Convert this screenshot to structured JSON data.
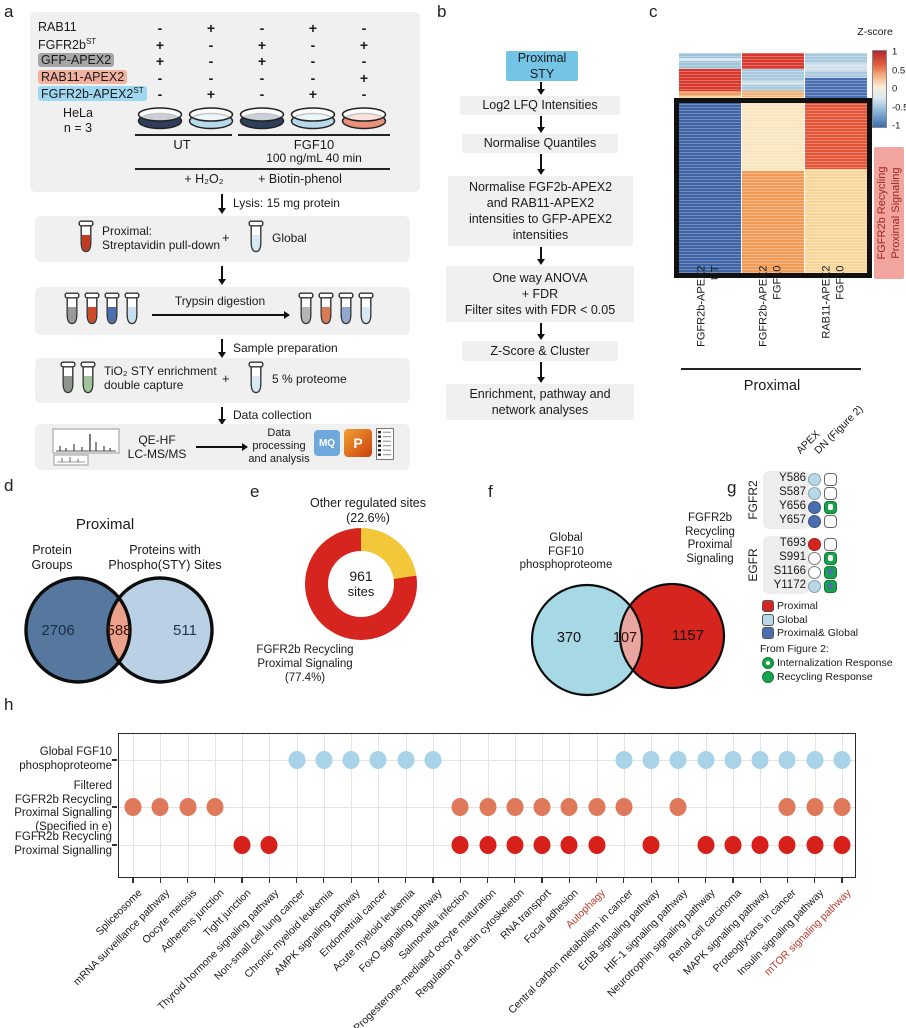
{
  "colors": {
    "red": "#d6251f",
    "green": "#18a24b",
    "dark_blue": "#4a6fb0",
    "light_blue": "#b8d8ea",
    "salmon": "#e0795a",
    "sky": "#a8d3e8"
  },
  "panels": {
    "a": {
      "letter": "a",
      "table": {
        "rows": [
          {
            "label": "RAB11",
            "sup": "",
            "highlight": "none",
            "values": [
              "-",
              "+",
              "-",
              "+",
              "-"
            ]
          },
          {
            "label": "FGFR2b",
            "sup": "ST",
            "highlight": "none",
            "values": [
              "+",
              "-",
              "+",
              "-",
              "+"
            ]
          },
          {
            "label": "GFP-APEX2",
            "sup": "",
            "highlight": "gray",
            "values": [
              "+",
              "-",
              "+",
              "-",
              "-"
            ]
          },
          {
            "label": "RAB11-APEX2",
            "sup": "",
            "highlight": "salmon",
            "values": [
              "-",
              "-",
              "-",
              "-",
              "+"
            ]
          },
          {
            "label": "FGFR2b-APEX2",
            "sup": "ST",
            "highlight": "blue",
            "values": [
              "-",
              "+",
              "-",
              "+",
              "-"
            ]
          }
        ]
      },
      "cell_line": "HeLa\nn = 3",
      "dishes": [
        "#2e3f5c",
        "#b7d9ec",
        "#2e3f5c",
        "#b7d9ec",
        "#e9917a"
      ],
      "group_ut": "UT",
      "group_fgf10": "FGF10",
      "fgf10_dose": "100 ng/mL 40 min",
      "t_h2o2": "+ H₂O₂",
      "t_biotin": "+ Biotin-phenol",
      "lysis": "Lysis: 15 mg protein",
      "proximal_title": "Proximal:",
      "proximal_sub": "Streptavidin pull-down",
      "plus": "+",
      "global_label": "Global",
      "trypsin": "Trypsin digestion",
      "sample_prep": "Sample preparation",
      "tio2_line1": "TiO₂ STY enrichment",
      "tio2_line2": "double capture",
      "proteome": "5 % proteome",
      "data_collection": "Data collection",
      "ms1": "QE-HF",
      "ms2": "LC-MS/MS",
      "processing": "Data\nprocessing\nand analysis",
      "logo_mq": "MQ",
      "logo_p": "P",
      "tubes": {
        "proximal": "#c03a20",
        "global": "#d6e8f4",
        "digest1": [
          "#9a9a9a",
          "#cc4a28",
          "#4a6fb0",
          "#c8dff0"
        ],
        "digest2": [
          "#b5b5b5",
          "#d97a55",
          "#8fa8d0",
          "#d8e8f4"
        ],
        "tio2": [
          "#8f948f",
          "#9fc49a"
        ],
        "proteome": "#d6e8f4"
      }
    },
    "b": {
      "letter": "b",
      "steps": [
        {
          "text": "Proximal\nSTY",
          "style": "blue"
        },
        {
          "text": "Log2 LFQ Intensities",
          "style": "gray"
        },
        {
          "text": "Normalise Quantiles",
          "style": "gray"
        },
        {
          "text": "Normalise FGF2b-APEX2\nand RAB11-APEX2\nintensities to GFP-APEX2\nintensities",
          "style": "gray"
        },
        {
          "text": "One way ANOVA\n+ FDR\nFilter sites with FDR < 0.05",
          "style": "gray"
        },
        {
          "text": "Z-Score & Cluster",
          "style": "gray"
        },
        {
          "text": "Enrichment, pathway and\nnetwork analyses",
          "style": "gray"
        }
      ]
    },
    "c": {
      "letter": "c",
      "cluster_label": "FGFR2b Recycling\nProximal Signaling",
      "axis_label": "Proximal"
    },
    "d": {
      "letter": "d",
      "title": "Proximal",
      "left_label": "Protein\nGroups",
      "right_label": "Proteins with\nPhospho(STY) Sites"
    },
    "e": {
      "letter": "e"
    },
    "f": {
      "letter": "f",
      "left_label": "Global\nFGF10\nphosphoproteome",
      "right_label": "FGFR2b\nRecycling\nProximal\nSignaling"
    },
    "g": {
      "letter": "g",
      "col_headers": [
        "APEX",
        "DN (Figure 2)"
      ],
      "groups": [
        {
          "name": "FGFR2",
          "sites": [
            {
              "label": "Y586",
              "apex": "global",
              "dn": "empty"
            },
            {
              "label": "S587",
              "apex": "global",
              "dn": "empty"
            },
            {
              "label": "Y656",
              "apex": "proximal_global",
              "dn": "green_white"
            },
            {
              "label": "Y657",
              "apex": "proximal_global",
              "dn": "empty"
            }
          ]
        },
        {
          "name": "EGFR",
          "sites": [
            {
              "label": "T693",
              "apex": "proximal",
              "dn": "empty"
            },
            {
              "label": "S991",
              "apex": "none",
              "dn": "green_white"
            },
            {
              "label": "S1166",
              "apex": "none",
              "dn": "green_blue"
            },
            {
              "label": "Y1172",
              "apex": "global",
              "dn": "green_blue"
            }
          ]
        }
      ],
      "legend": {
        "items": [
          {
            "label": "Proximal",
            "icon": "red-square"
          },
          {
            "label": "Global",
            "icon": "lightblue-square"
          },
          {
            "label": "Proximal& Global",
            "icon": "darkblue-square"
          }
        ],
        "from_label": "From Figure 2:",
        "figure2": [
          {
            "label": "Internalization Response",
            "icon": "green-white-dot-circle"
          },
          {
            "label": "Recycling Response",
            "icon": "green-circle"
          }
        ]
      }
    },
    "h": {
      "letter": "h"
    }
  },
  "chart_data": [
    {
      "id": "c_heatmap",
      "type": "heatmap",
      "zscore": {
        "title": "Z-score",
        "ticks": [
          "1",
          "0.5",
          "0",
          "-0.5",
          "-1"
        ]
      },
      "columns": [
        {
          "label": "FGFR2b-APEX2\nUT",
          "segments": [
            [
              5,
              "#9fc3da"
            ],
            [
              3,
              "#d8e6ef"
            ],
            [
              8,
              "#9fc3da"
            ],
            [
              22,
              "#d7372c"
            ],
            [
              5,
              "#ef9a5e"
            ],
            [
              4,
              "#f7d9a8"
            ],
            [
              3,
              "#ef9a5e"
            ],
            [
              170,
              "#3d63a5"
            ]
          ]
        },
        {
          "label": "FGFR2b-APEX2\nFGF10",
          "segments": [
            [
              16,
              "#d7372c"
            ],
            [
              12,
              "#a9cade"
            ],
            [
              4,
              "#cfe0eb"
            ],
            [
              6,
              "#a9cade"
            ],
            [
              6,
              "#f4b277"
            ],
            [
              3,
              "#f9e3bb"
            ],
            [
              3,
              "#7fa6c9"
            ],
            [
              68,
              "#f9e6bf"
            ],
            [
              102,
              "#f09c58"
            ]
          ]
        },
        {
          "label": "RAB11-APEX2\nFGF10",
          "segments": [
            [
              10,
              "#a9cade"
            ],
            [
              8,
              "#cfe0eb"
            ],
            [
              7,
              "#a9cade"
            ],
            [
              20,
              "#4a6fb0"
            ],
            [
              5,
              "#d7372c"
            ],
            [
              66,
              "#e25537"
            ],
            [
              104,
              "#f7d69c"
            ]
          ]
        }
      ],
      "cluster_box": "FGFR2b Recycling Proximal Signaling",
      "x_group": "Proximal"
    },
    {
      "id": "d_venn",
      "type": "venn",
      "title": "Proximal",
      "sets": [
        "Protein Groups",
        "Proteins with Phospho(STY) Sites"
      ],
      "values": {
        "left": 2706,
        "overlap": 588,
        "right": 511
      },
      "colors": {
        "left": "#56789f",
        "right": "#bad0e4",
        "overlap": "#eca18c"
      }
    },
    {
      "id": "e_donut",
      "type": "pie",
      "center_value": "961",
      "center_unit": "sites",
      "slices": [
        {
          "label": "Other regulated sites",
          "pct": 22.6,
          "pct_label": "(22.6%)",
          "color": "#f3c73a"
        },
        {
          "label": "FGFR2b Recycling\nProximal Signaling",
          "pct": 77.4,
          "pct_label": "(77.4%)",
          "color": "#d6251f"
        }
      ]
    },
    {
      "id": "f_venn",
      "type": "venn",
      "sets": [
        "Global FGF10 phosphoproteome",
        "FGFR2b Recycling Proximal Signaling"
      ],
      "values": {
        "left": 370,
        "overlap": 107,
        "right": 1157
      },
      "colors": {
        "left": "#a6d8e6",
        "right": "#d6251f",
        "overlap": "#e9a5a0"
      }
    },
    {
      "id": "h_dotplot",
      "type": "scatter",
      "categories": [
        {
          "label": "Spliceosome"
        },
        {
          "label": "mRNA surveillance pathway"
        },
        {
          "label": "Oocyte meiosis"
        },
        {
          "label": "Adherens junction"
        },
        {
          "label": "Tight junction"
        },
        {
          "label": "Thyroid hormone signaling pathway"
        },
        {
          "label": "Non-small cell lung cancer"
        },
        {
          "label": "Chronic myeloid leukemia"
        },
        {
          "label": "AMPK signaling pathway"
        },
        {
          "label": "Endometrial cancer"
        },
        {
          "label": "Acute myeloid leukemia"
        },
        {
          "label": "FoxO signaling pathway"
        },
        {
          "label": "Salmonella infection"
        },
        {
          "label": "Progesterone-mediated oocyte maturation"
        },
        {
          "label": "Regulation of actin cytoskeleton"
        },
        {
          "label": "RNA transport"
        },
        {
          "label": "Focal adhesion"
        },
        {
          "label": "Autophagy",
          "red": true
        },
        {
          "label": "Central carbon metabolism in cancer"
        },
        {
          "label": "ErbB signaling pathway"
        },
        {
          "label": "HIF-1 signaling pathway"
        },
        {
          "label": "Neurotrophin signaling pathway"
        },
        {
          "label": "Renal cell carcinoma"
        },
        {
          "label": "MAPK signaling pathway"
        },
        {
          "label": "Proteoglycans in cancer"
        },
        {
          "label": "Insulin signaling pathway"
        },
        {
          "label": "mTOR signaling pathway",
          "red": true
        }
      ],
      "series": [
        {
          "name": "Global FGF10\nphosphoproteome",
          "color": "#a8d3e8",
          "cols": [
            7,
            8,
            9,
            10,
            11,
            12,
            19,
            20,
            21,
            22,
            23,
            24,
            25,
            26,
            27
          ]
        },
        {
          "name": "Filtered\nFGFR2b Recycling\nProximal Signalling\n(Specified in e)",
          "color": "#e0795a",
          "cols": [
            1,
            2,
            3,
            4,
            13,
            14,
            15,
            16,
            17,
            18,
            19,
            21,
            25,
            26,
            27
          ]
        },
        {
          "name": "FGFR2b Recycling\nProximal Signalling",
          "color": "#d62019",
          "cols": [
            5,
            6,
            13,
            14,
            15,
            16,
            17,
            18,
            20,
            22,
            23,
            24,
            25,
            26,
            27
          ]
        }
      ]
    }
  ]
}
